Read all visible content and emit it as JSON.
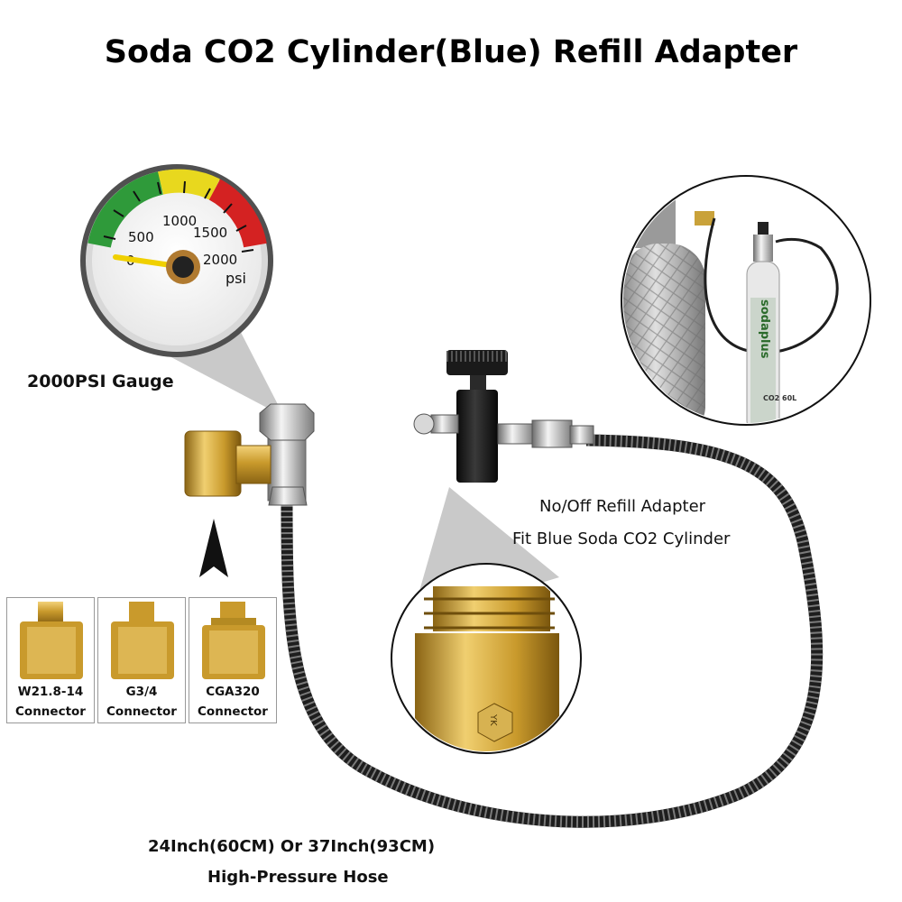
{
  "title": "Soda CO2 Cylinder(Blue) Refill Adapter",
  "gauge": {
    "caption": "2000PSI Gauge",
    "ticks": [
      "0",
      "500",
      "1000",
      "1500",
      "2000"
    ],
    "unit": "psi"
  },
  "adapter": {
    "caption_line1": "No/Off Refill Adapter",
    "caption_line2": "Fit Blue Soda CO2 Cylinder"
  },
  "connectors": [
    {
      "line1": "W21.8-14",
      "line2": "Connector"
    },
    {
      "line1": "G3/4",
      "line2": "Connector"
    },
    {
      "line1": "CGA320",
      "line2": "Connector"
    }
  ],
  "hose": {
    "caption_line1": "24Inch(60CM) Or 37Inch(93CM)",
    "caption_line2": "High-Pressure Hose"
  },
  "inset_bottle": {
    "brand": "sodaplus",
    "small": "CO2 60L"
  },
  "valve_stamp": "YK",
  "colors": {
    "brass": "#c9a23a",
    "gauge_green": "#2f9a3a",
    "gauge_yellow": "#e8d81e",
    "gauge_red": "#d42222",
    "needle": "#f0d000",
    "hose_black": "#1e1e1e"
  }
}
